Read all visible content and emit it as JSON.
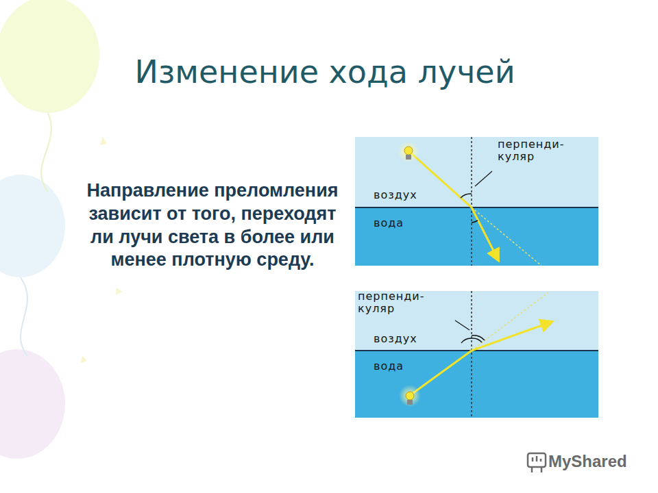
{
  "diagram": {
    "title": "Изменение хода лучей",
    "labels": [
      "Направление преломления зависит от того, переходят ли лучи света в более или менее плотную среду.",
      "перпенди- куляр",
      "воздух",
      "вода",
      "перпенди- куляр",
      "воздух",
      "вода",
      "MyShared"
    ]
  }
}
